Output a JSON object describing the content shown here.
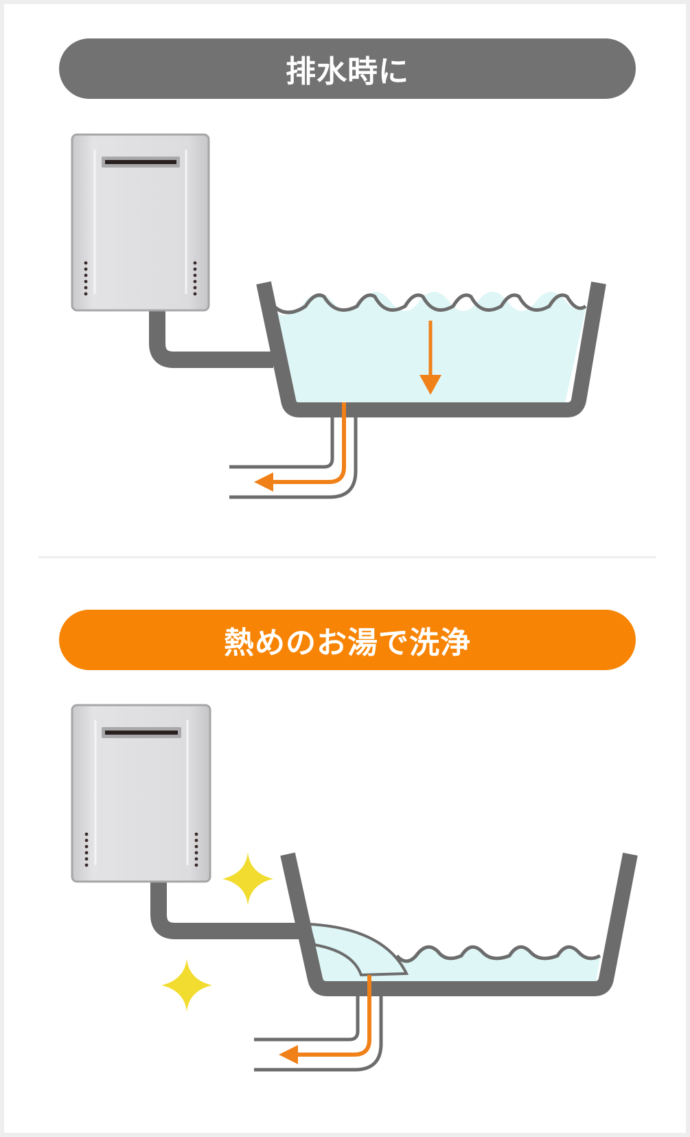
{
  "panels": [
    {
      "title": "排水時に",
      "title_color": "#737272",
      "state": "drain"
    },
    {
      "title": "熱めのお湯で洗浄",
      "title_color": "#f78404",
      "state": "hot-water-cleaning"
    }
  ],
  "colors": {
    "background": "#ffffff",
    "frame": "#eeeeee",
    "pipe": "#6c6c6c",
    "water": "#dff6f6",
    "flow_arrow": "#f08018",
    "sparkle": "#f1dc2f",
    "heater_body": "#d8d8da"
  },
  "icons": [
    "water-heater-icon",
    "bathtub-icon",
    "drain-pipe-icon",
    "flow-arrow-icon",
    "sparkle-icon"
  ]
}
